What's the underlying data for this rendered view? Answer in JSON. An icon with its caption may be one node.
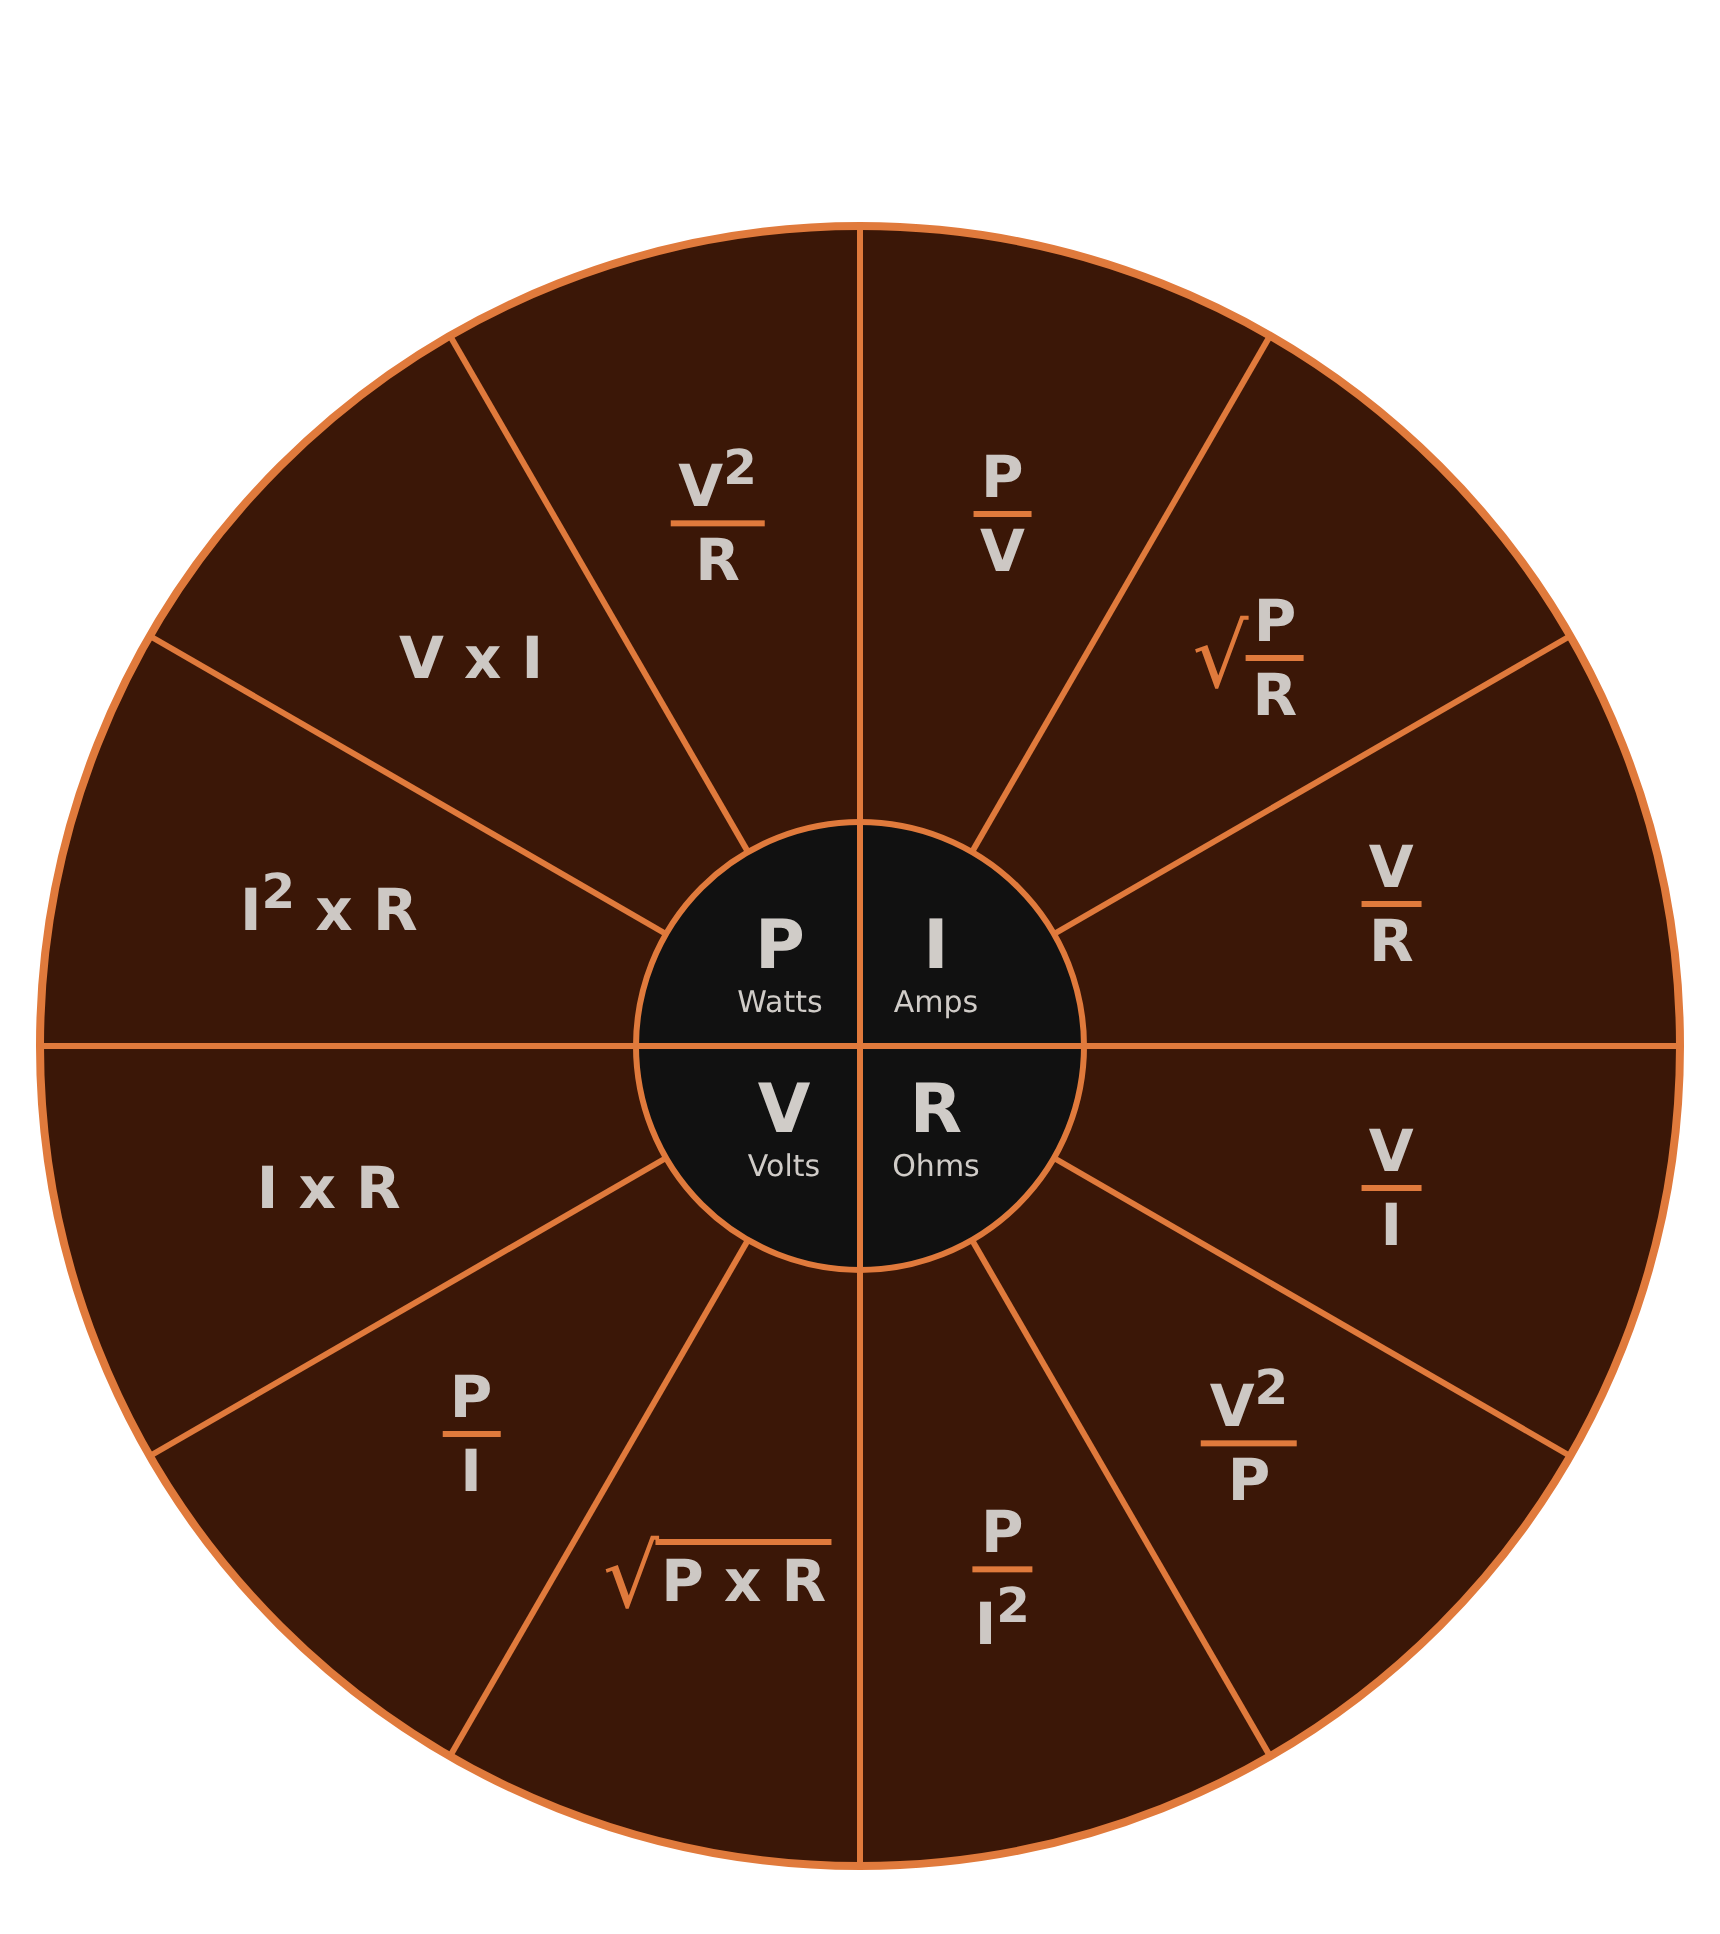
{
  "diagram": {
    "nodes": [
      {
        "text": [
          "P",
          "Watts"
        ]
      },
      {
        "text": [
          "I",
          "Amps"
        ]
      },
      {
        "text": [
          "V",
          "Volts"
        ]
      },
      {
        "text": [
          "R",
          "Ohms"
        ]
      },
      {
        "text": [
          "P",
          "V"
        ]
      },
      {
        "text": [
          "√",
          "P",
          "R"
        ]
      },
      {
        "text": [
          "V",
          "R"
        ]
      },
      {
        "text": [
          "V",
          "I"
        ]
      },
      {
        "text": [
          "V$^{2}$",
          "P"
        ]
      },
      {
        "text": [
          "P",
          "I$^{2}$"
        ]
      },
      {
        "text": [
          "√",
          "P x R"
        ]
      },
      {
        "text": [
          "P",
          "I"
        ]
      },
      {
        "text": [
          "I x R"
        ]
      },
      {
        "text": [
          "I$^{2}$ x R"
        ]
      },
      {
        "text": [
          "V x I"
        ]
      },
      {
        "text": [
          "V$^{2}$",
          "R"
        ]
      }
    ]
  }
}
